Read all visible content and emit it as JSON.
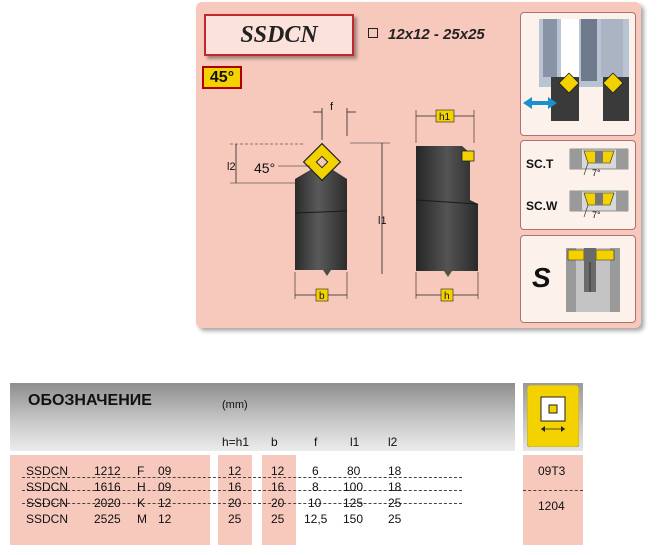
{
  "header": {
    "title": "SSDCN",
    "size_range": "12x12 - 25x25",
    "angle_badge": "45°"
  },
  "drawing": {
    "angle_label": "45°",
    "dim_f": "f",
    "dim_l2": "l2",
    "dim_l1": "l1",
    "dim_b": "b",
    "dim_h1": "h1",
    "dim_h": "h"
  },
  "clamping": {
    "sct_label": "SC.T",
    "scw_label": "SC.W",
    "clearance_angle": "7°",
    "system_label": "S"
  },
  "table": {
    "heading": "ОБОЗНАЧЕНИЕ",
    "unit": "(mm)",
    "columns": [
      "h=h1",
      "b",
      "f",
      "l1",
      "l2"
    ],
    "rows": [
      {
        "name": "SSDCN",
        "size": "1212",
        "letter": "F",
        "len": "09",
        "h": "12",
        "b": "12",
        "f": "6",
        "l1": "80",
        "l2": "18"
      },
      {
        "name": "SSDCN",
        "size": "1616",
        "letter": "H",
        "len": "09",
        "h": "16",
        "b": "16",
        "f": "8",
        "l1": "100",
        "l2": "18"
      },
      {
        "name": "SSDCN",
        "size": "2020",
        "letter": "K",
        "len": "12",
        "h": "20",
        "b": "20",
        "f": "10",
        "l1": "125",
        "l2": "25"
      },
      {
        "name": "SSDCN",
        "size": "2525",
        "letter": "M",
        "len": "12",
        "h": "25",
        "b": "25",
        "f": "12,5",
        "l1": "150",
        "l2": "25"
      }
    ],
    "inserts": [
      "09T3",
      "1204"
    ]
  },
  "colors": {
    "panel": "#f7c9bd",
    "accent_red": "#c0282d",
    "insert_yellow": "#f3d200",
    "tool_body": "#3f3f3f"
  }
}
